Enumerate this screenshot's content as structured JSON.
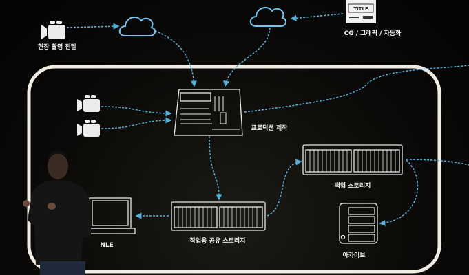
{
  "labels": {
    "field_capture": "현장 촬영 전달",
    "cg_graphics": "CG / 그래픽 / 자동화",
    "title_card": "TITLE",
    "production": "프로덕션 제작",
    "backup_storage": "백업 스토리지",
    "shared_storage": "작업용 공유 스토리지",
    "nle": "NLE",
    "archive": "아카이브"
  },
  "colors": {
    "link": "#4fb3e0",
    "frame": "#f0ece4",
    "icon": "#e8e8e8"
  }
}
